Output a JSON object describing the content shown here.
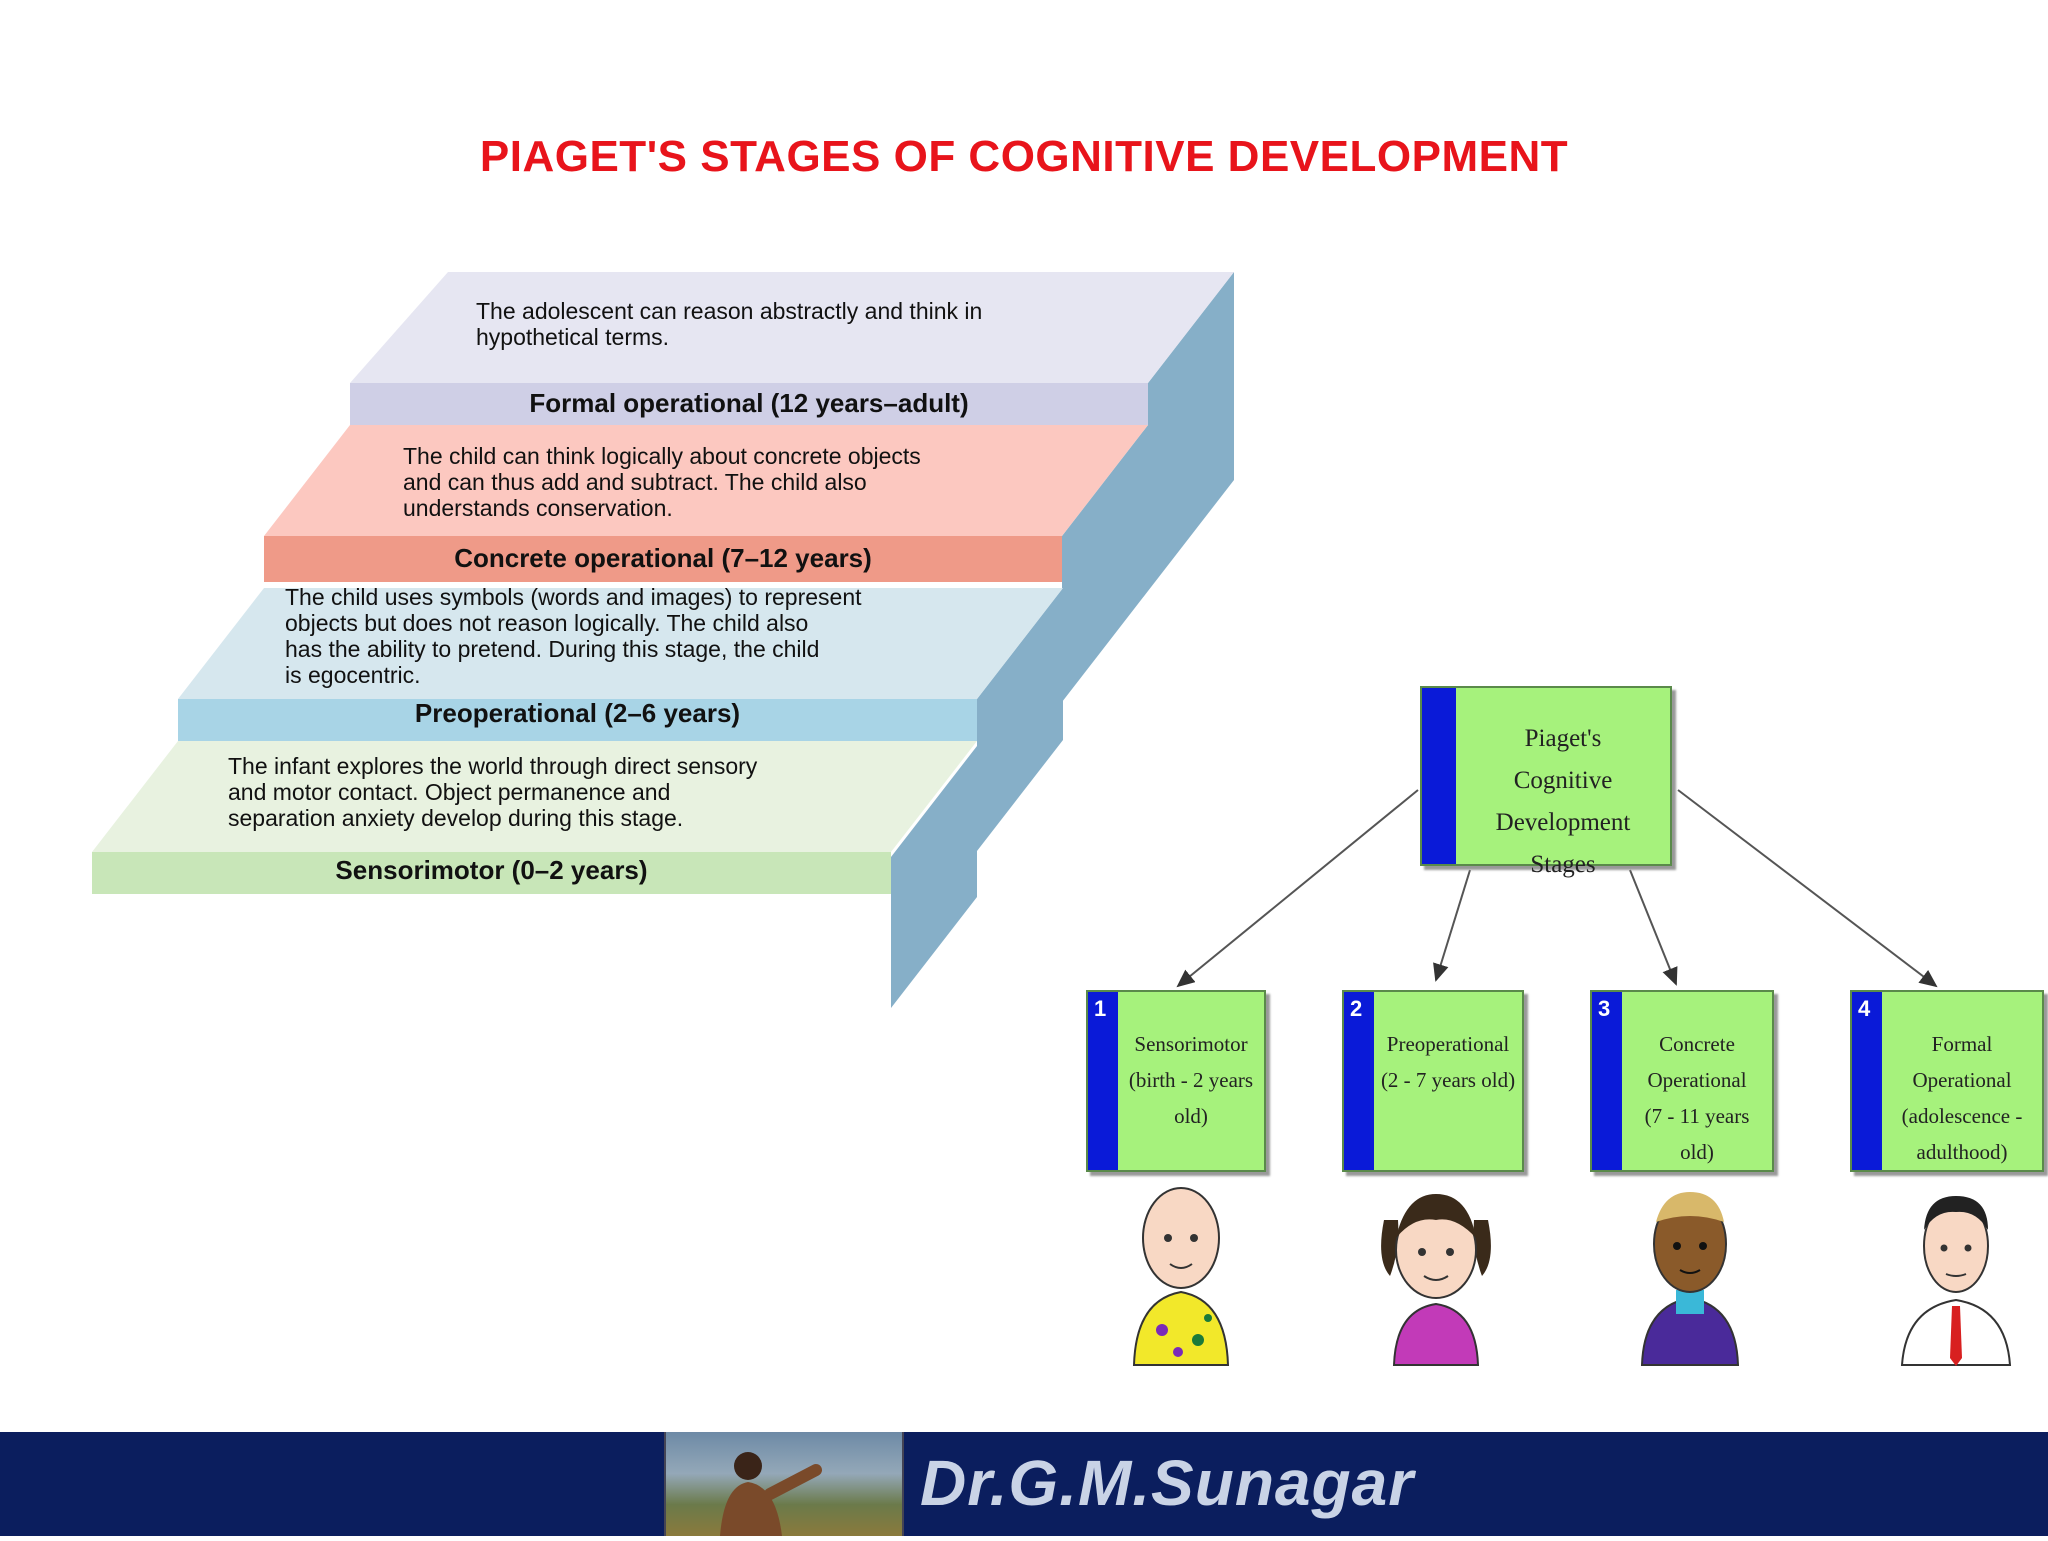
{
  "title": "PIAGET'S STAGES OF COGNITIVE DEVELOPMENT",
  "stairs": [
    {
      "name": "Formal operational (12 years–adult)",
      "description": "The adolescent can reason abstractly and think in\nhypothetical terms.",
      "top_color": "#e6e6f2",
      "label_color": "#cfcfe6"
    },
    {
      "name": "Concrete operational (7–12 years)",
      "description": "The child can think logically about concrete objects\nand can thus add and subtract. The child also\nunderstands conservation.",
      "top_color": "#fcc8c0",
      "label_color": "#ef9a88"
    },
    {
      "name": "Preoperational (2–6 years)",
      "description": "The child uses symbols (words and images) to represent\nobjects but does not reason logically. The child also\nhas the ability to pretend. During this stage, the child\nis egocentric.",
      "top_color": "#d6e7ee",
      "label_color": "#a8d4e6"
    },
    {
      "name": "Sensorimotor (0–2 years)",
      "description": "The infant explores the world through direct sensory\nand motor contact. Object permanence and\nseparation anxiety develop during this stage.",
      "top_color": "#e8f2e0",
      "label_color": "#c8e6b8"
    }
  ],
  "stair_side_color": "#86afc8",
  "hierarchy": {
    "root": "Piaget's\nCognitive\nDevelopment Stages",
    "stages": [
      {
        "number": "1",
        "label": "Sensorimotor\n(birth - 2 years\nold)",
        "figure": "baby-icon"
      },
      {
        "number": "2",
        "label": "Preoperational\n(2 - 7 years old)",
        "figure": "girl-icon"
      },
      {
        "number": "3",
        "label": "Concrete\nOperational\n(7 - 11 years old)",
        "figure": "boy-icon"
      },
      {
        "number": "4",
        "label": "Formal Operational\n(adolescence -\nadulthood)",
        "figure": "man-icon"
      }
    ],
    "box_color": "#a6f27c",
    "bar_color": "#0a1ad8"
  },
  "footer": {
    "author": "Dr.G.M.Sunagar",
    "background": "#0b1e5e"
  }
}
